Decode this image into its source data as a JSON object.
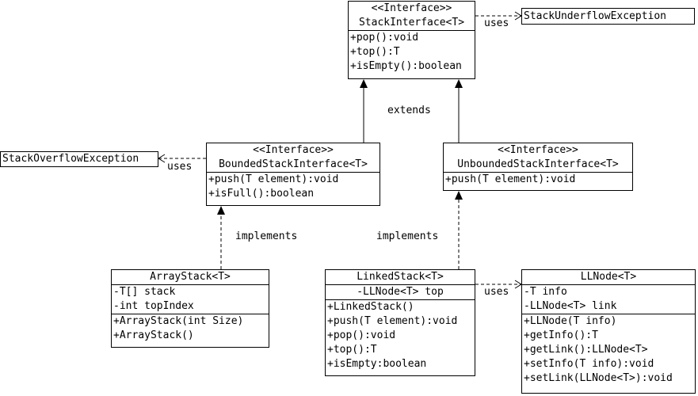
{
  "stack_interface": {
    "stereotype": "<<Interface>>",
    "name": "StackInterface<T>",
    "ops": [
      "+pop():void",
      "+top():T",
      "+isEmpty():boolean"
    ]
  },
  "underflow": {
    "name": "StackUnderflowException"
  },
  "overflow": {
    "name": "StackOverflowException"
  },
  "bounded_interface": {
    "stereotype": "<<Interface>>",
    "name": "BoundedStackInterface<T>",
    "ops": [
      "+push(T element):void",
      "+isFull():boolean"
    ]
  },
  "unbounded_interface": {
    "stereotype": "<<Interface>>",
    "name": "UnboundedStackInterface<T>",
    "ops": [
      "+push(T element):void"
    ]
  },
  "array_stack": {
    "name": "ArrayStack<T>",
    "attrs": [
      "-T[] stack",
      "-int topIndex"
    ],
    "ops": [
      "+ArrayStack(int Size)",
      "+ArrayStack()"
    ]
  },
  "linked_stack": {
    "name": "LinkedStack<T>",
    "attrs": [
      "-LLNode<T> top"
    ],
    "ops": [
      "+LinkedStack()",
      "+push(T element):void",
      "+pop():void",
      "+top():T",
      "+isEmpty:boolean"
    ]
  },
  "llnode": {
    "name": "LLNode<T>",
    "attrs": [
      "-T info",
      "-LLNode<T> link"
    ],
    "ops": [
      "+LLNode(T info)",
      "+getInfo():T",
      "+getLink():LLNode<T>",
      "+setInfo(T info):void",
      "+setLink(LLNode<T>):void"
    ]
  },
  "labels": {
    "uses_top": "uses",
    "uses_left": "uses",
    "uses_bottom": "uses",
    "extends": "extends",
    "implements_left": "implements",
    "implements_right": "implements"
  }
}
